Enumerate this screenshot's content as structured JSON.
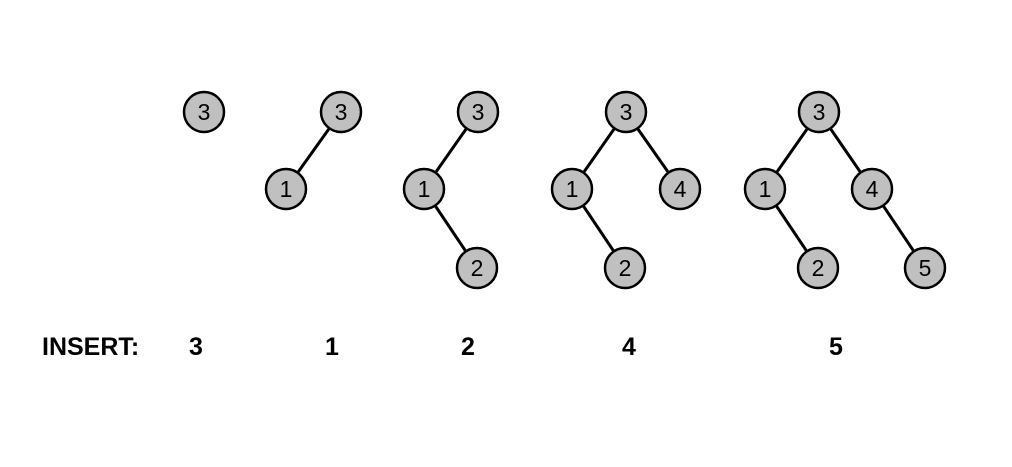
{
  "style": {
    "node_fill": "#c0c0c0",
    "stroke": "#000000",
    "background": "#ffffff"
  },
  "insert_label": "INSERT:",
  "steps": [
    {
      "insert_value": "3",
      "nodes": [
        {
          "id": "a",
          "label": "3"
        }
      ],
      "edges": []
    },
    {
      "insert_value": "1",
      "nodes": [
        {
          "id": "a",
          "label": "3"
        },
        {
          "id": "b",
          "label": "1"
        }
      ],
      "edges": [
        {
          "from": "a",
          "to": "b"
        }
      ]
    },
    {
      "insert_value": "2",
      "nodes": [
        {
          "id": "a",
          "label": "3"
        },
        {
          "id": "b",
          "label": "1"
        },
        {
          "id": "c",
          "label": "2"
        }
      ],
      "edges": [
        {
          "from": "a",
          "to": "b"
        },
        {
          "from": "b",
          "to": "c"
        }
      ]
    },
    {
      "insert_value": "4",
      "nodes": [
        {
          "id": "a",
          "label": "3"
        },
        {
          "id": "b",
          "label": "1"
        },
        {
          "id": "c",
          "label": "2"
        },
        {
          "id": "d",
          "label": "4"
        }
      ],
      "edges": [
        {
          "from": "a",
          "to": "b"
        },
        {
          "from": "b",
          "to": "c"
        },
        {
          "from": "a",
          "to": "d"
        }
      ]
    },
    {
      "insert_value": "5",
      "nodes": [
        {
          "id": "a",
          "label": "3"
        },
        {
          "id": "b",
          "label": "1"
        },
        {
          "id": "c",
          "label": "2"
        },
        {
          "id": "d",
          "label": "4"
        },
        {
          "id": "e",
          "label": "5"
        }
      ],
      "edges": [
        {
          "from": "a",
          "to": "b"
        },
        {
          "from": "b",
          "to": "c"
        },
        {
          "from": "a",
          "to": "d"
        },
        {
          "from": "d",
          "to": "e"
        }
      ]
    }
  ]
}
